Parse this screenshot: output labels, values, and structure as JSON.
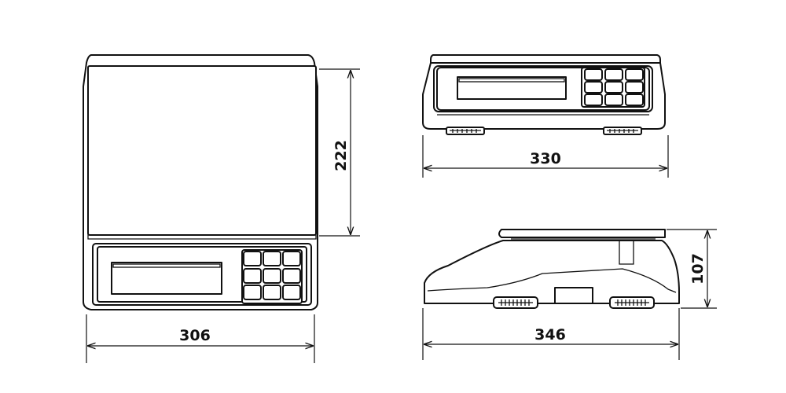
{
  "dimensions": {
    "top_width": "306",
    "top_depth": "222",
    "front_width": "330",
    "side_length": "346",
    "side_height": "107"
  }
}
